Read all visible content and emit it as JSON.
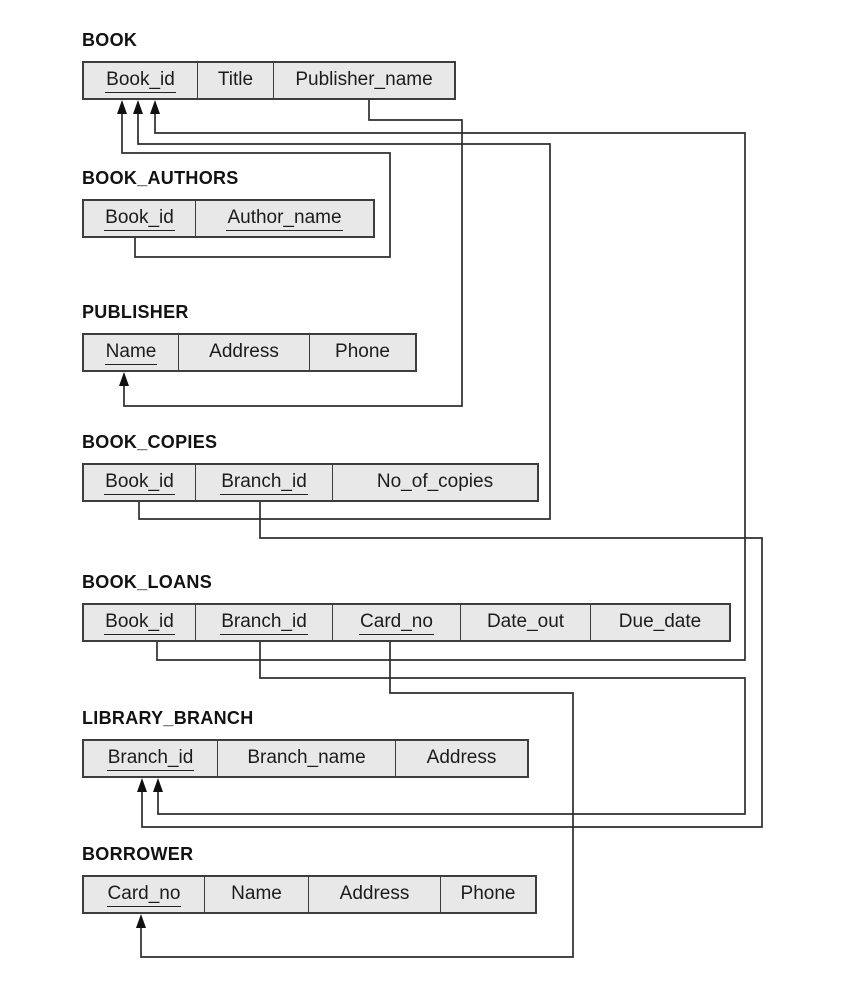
{
  "diagram": {
    "kind": "relational-database-schema",
    "tables": [
      {
        "name": "BOOK",
        "columns": [
          {
            "label": "Book_id",
            "pk": true
          },
          {
            "label": "Title",
            "pk": false
          },
          {
            "label": "Publisher_name",
            "pk": false
          }
        ]
      },
      {
        "name": "BOOK_AUTHORS",
        "columns": [
          {
            "label": "Book_id",
            "pk": true
          },
          {
            "label": "Author_name",
            "pk": true
          }
        ]
      },
      {
        "name": "PUBLISHER",
        "columns": [
          {
            "label": "Name",
            "pk": true
          },
          {
            "label": "Address",
            "pk": false
          },
          {
            "label": "Phone",
            "pk": false
          }
        ]
      },
      {
        "name": "BOOK_COPIES",
        "columns": [
          {
            "label": "Book_id",
            "pk": true
          },
          {
            "label": "Branch_id",
            "pk": true
          },
          {
            "label": "No_of_copies",
            "pk": false
          }
        ]
      },
      {
        "name": "BOOK_LOANS",
        "columns": [
          {
            "label": "Book_id",
            "pk": true
          },
          {
            "label": "Branch_id",
            "pk": true
          },
          {
            "label": "Card_no",
            "pk": true
          },
          {
            "label": "Date_out",
            "pk": false
          },
          {
            "label": "Due_date",
            "pk": false
          }
        ]
      },
      {
        "name": "LIBRARY_BRANCH",
        "columns": [
          {
            "label": "Branch_id",
            "pk": true
          },
          {
            "label": "Branch_name",
            "pk": false
          },
          {
            "label": "Address",
            "pk": false
          }
        ]
      },
      {
        "name": "BORROWER",
        "columns": [
          {
            "label": "Card_no",
            "pk": true
          },
          {
            "label": "Name",
            "pk": false
          },
          {
            "label": "Address",
            "pk": false
          },
          {
            "label": "Phone",
            "pk": false
          }
        ]
      }
    ],
    "relationships": [
      {
        "from": "BOOK_AUTHORS.Book_id",
        "to": "BOOK.Book_id"
      },
      {
        "from": "BOOK_COPIES.Book_id",
        "to": "BOOK.Book_id"
      },
      {
        "from": "BOOK_LOANS.Book_id",
        "to": "BOOK.Book_id"
      },
      {
        "from": "BOOK.Publisher_name",
        "to": "PUBLISHER.Name"
      },
      {
        "from": "BOOK_COPIES.Branch_id",
        "to": "LIBRARY_BRANCH.Branch_id"
      },
      {
        "from": "BOOK_LOANS.Branch_id",
        "to": "LIBRARY_BRANCH.Branch_id"
      },
      {
        "from": "BOOK_LOANS.Card_no",
        "to": "BORROWER.Card_no"
      }
    ],
    "colors": {
      "cell_fill": "#e8e8e8",
      "table_border": "#3d3d3d",
      "wire": "#2e2e2e",
      "arrowhead": "#111111",
      "text": "#1c1c1c",
      "background": "#ffffff"
    }
  }
}
